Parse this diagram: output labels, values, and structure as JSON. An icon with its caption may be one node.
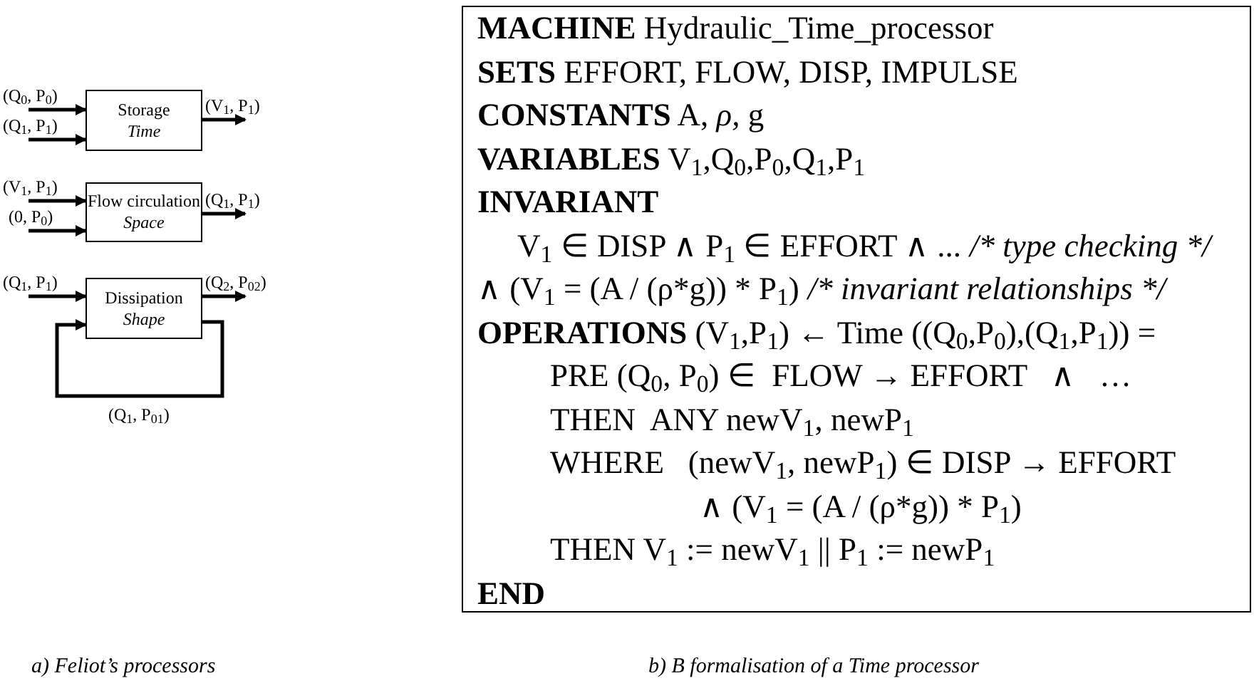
{
  "diagram": {
    "nodes": [
      {
        "text": [
          "Storage",
          "Time"
        ]
      },
      {
        "text": [
          "Flow circulation",
          "Space"
        ]
      },
      {
        "text": [
          "Dissipation",
          "Shape"
        ]
      },
      {
        "text": [
          "**MACHINE** Hydraulic_Time_processor",
          "**SETS** EFFORT, FLOW, DISP, IMPULSE",
          "**CONSTANTS** A, *ρ,* g",
          "**VARIABLES** V$_{1}$,Q$_{0}$,P$_{0}$,Q$_{1}$,P$_{1}$",
          "**INVARIANT**",
          "V$_{1}$ ∈ DISP ∧ P$_{1}$ ∈ EFFORT ∧ ...",
          "/* type checking */",
          "∧ (V$_{1}$ = (A / (ρ*g)) * P$_{1}$)",
          "/* invariant relationships */",
          "**OPERATIONS** (V$_{1}$,P$_{1}$) ← Time ((Q$_{0}$,P$_{0}$),(Q$_{1}$,P$_{1}$)) =",
          "PRE (Q$_{0}$, P$_{0}$) ∈  FLOW → EFFORT   ∧   …",
          "THEN  ANY newV$_{1}$, newP$_{1}$",
          "WHERE   (newV$_{1}$, newP$_{1}$) ∈ DISP → EFFORT",
          "∧ (V$_{1}$ = (A / (ρ*g)) * P$_{1}$)",
          "THEN V$_{1}$ := newV$_{1}$ || P$_{1}$ := newP$_{1}$",
          "**END**"
        ]
      }
    ],
    "edges": [
      {
        "from": null,
        "to": 0,
        "arrow": "to",
        "label": "(Q$_{0}$, P$_{0}$)"
      },
      {
        "from": null,
        "to": 0,
        "arrow": "to",
        "label": "(Q$_{1}$, P$_{1}$)"
      },
      {
        "from": 0,
        "to": null,
        "arrow": "to",
        "label": "(V$_{1}$, P$_{1}$)"
      },
      {
        "from": null,
        "to": 1,
        "arrow": "to",
        "label": "(V$_{1}$, P$_{1}$)"
      },
      {
        "from": null,
        "to": 1,
        "arrow": "to",
        "label": "(0, P$_{0}$)"
      },
      {
        "from": 1,
        "to": null,
        "arrow": "to",
        "label": "(Q$_{1}$, P$_{1}$)"
      },
      {
        "from": null,
        "to": 2,
        "arrow": "to",
        "label": "(Q$_{1}$, P$_{1}$)"
      },
      {
        "from": 2,
        "to": null,
        "arrow": "to",
        "label": "(Q$_{2}$, P$_{02}$)"
      },
      {
        "from": 2,
        "to": 2,
        "arrow": "to",
        "label": "(Q$_{1}$, P$_{01}$)"
      }
    ],
    "labels": [
      "a) Feliot’s processors",
      "b) B formalisation of a Time processor"
    ]
  }
}
